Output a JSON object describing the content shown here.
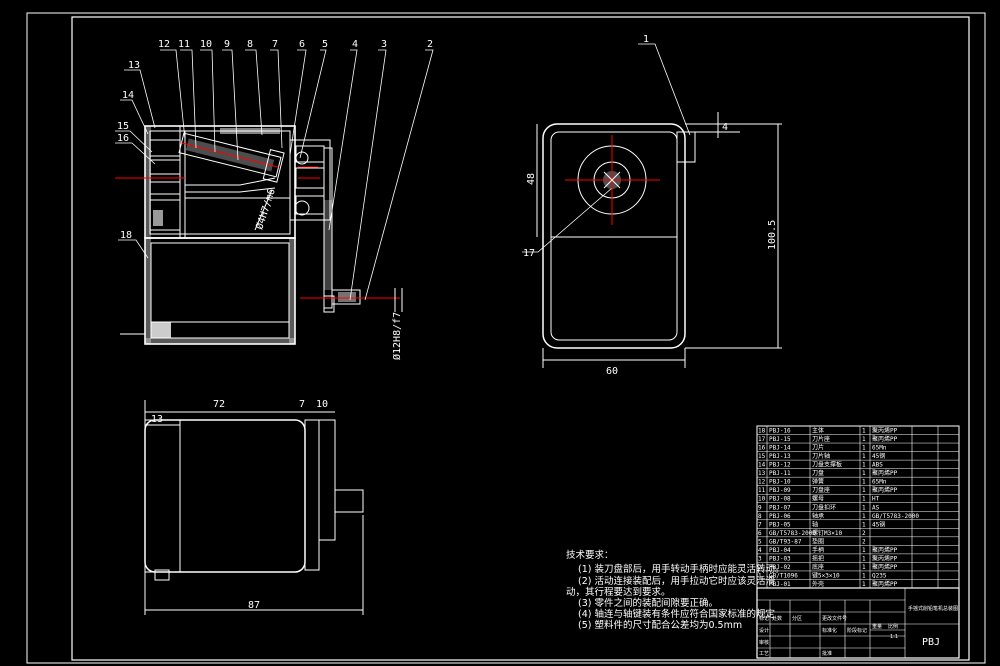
{
  "balloons": [
    {
      "text": "1"
    },
    {
      "text": "2"
    },
    {
      "text": "3"
    },
    {
      "text": "4"
    },
    {
      "text": "5"
    },
    {
      "text": "6"
    },
    {
      "text": "7"
    },
    {
      "text": "8"
    },
    {
      "text": "9"
    },
    {
      "text": "10"
    },
    {
      "text": "11"
    },
    {
      "text": "12"
    },
    {
      "text": "13"
    },
    {
      "text": "14"
    },
    {
      "text": "15"
    },
    {
      "text": "16"
    },
    {
      "text": "17"
    },
    {
      "text": "18"
    }
  ],
  "dimensions": {
    "top_offset": "4",
    "height_48": "48",
    "height_100": "100.5",
    "width_60": "60",
    "side_72": "72",
    "side_7": "7",
    "side_10": "10",
    "side_13": "13",
    "side_87": "87",
    "fit_4": "Ø4H7/m6",
    "fit_12": "Ø12H8/f7"
  },
  "tech_requirements": {
    "title": "技术要求：",
    "lines": [
      "(1) 装刀盘部后，用手转动手柄时应能灵活转动。",
      "(2) 活动连接装配后，用手拉动它时应该灵活滑",
      "动，其行程要达到要求。",
      "(3) 零件之间的装配间隙要正确。",
      "(4) 轴连与轴键装有条件应符合国家标准的规定",
      "(5) 塑料件的尺寸配合公差均为0.5mm"
    ]
  },
  "bom": [
    {
      "no": "18",
      "code": "PBJ-16",
      "name": "主体",
      "qty": "1",
      "mat": "聚丙烯PP"
    },
    {
      "no": "17",
      "code": "PBJ-15",
      "name": "刀片座",
      "qty": "1",
      "mat": "聚丙烯PP"
    },
    {
      "no": "16",
      "code": "PBJ-14",
      "name": "刀片",
      "qty": "1",
      "mat": "65Mn"
    },
    {
      "no": "15",
      "code": "PBJ-13",
      "name": "刀片轴",
      "qty": "1",
      "mat": "45钢"
    },
    {
      "no": "14",
      "code": "PBJ-12",
      "name": "刀盘支撑板",
      "qty": "1",
      "mat": "ABS"
    },
    {
      "no": "13",
      "code": "PBJ-11",
      "name": "刀盘",
      "qty": "1",
      "mat": "聚丙烯PP"
    },
    {
      "no": "12",
      "code": "PBJ-10",
      "name": "弹簧",
      "qty": "1",
      "mat": "65Mn"
    },
    {
      "no": "11",
      "code": "PBJ-09",
      "name": "刀盘座",
      "qty": "1",
      "mat": "聚丙烯PP"
    },
    {
      "no": "10",
      "code": "PBJ-08",
      "name": "螺母",
      "qty": "1",
      "mat": "HT"
    },
    {
      "no": "9",
      "code": "PBJ-07",
      "name": "刀盘扣环",
      "qty": "1",
      "mat": "AS"
    },
    {
      "no": "8",
      "code": "PBJ-06",
      "name": "轴承",
      "qty": "1",
      "mat": "GB/T5783-2000"
    },
    {
      "no": "7",
      "code": "PBJ-05",
      "name": "轴",
      "qty": "1",
      "mat": "45钢"
    },
    {
      "no": "6",
      "code": "GB/T5783-2000",
      "name": "螺钉M3×10",
      "qty": "2",
      "mat": ""
    },
    {
      "no": "5",
      "code": "GB/T93-87",
      "name": "垫圈",
      "qty": "2",
      "mat": ""
    },
    {
      "no": "4",
      "code": "PBJ-04",
      "name": "手柄",
      "qty": "1",
      "mat": "聚丙烯PP"
    },
    {
      "no": "3",
      "code": "PBJ-03",
      "name": "摇把",
      "qty": "1",
      "mat": "聚丙烯PP"
    },
    {
      "no": "2",
      "code": "PBJ-02",
      "name": "底座",
      "qty": "1",
      "mat": "聚丙烯PP"
    },
    {
      "no": "1",
      "code": "GB/T1096",
      "name": "键5×3×10",
      "qty": "1",
      "mat": "Q235"
    },
    {
      "no": "",
      "code": "PBJ-01",
      "name": "外壳",
      "qty": "1",
      "mat": "聚丙烯PP"
    }
  ],
  "title_block": {
    "drawing_name": "手摇式削铅笔机总装图",
    "code": "PBJ",
    "labels": [
      "标记",
      "处数",
      "分区",
      "更改文件号",
      "签名",
      "年月日",
      "设计",
      "标准化",
      "审核",
      "工艺",
      "批准",
      "阶段标记",
      "重量",
      "比例"
    ],
    "scale": "1:1"
  }
}
